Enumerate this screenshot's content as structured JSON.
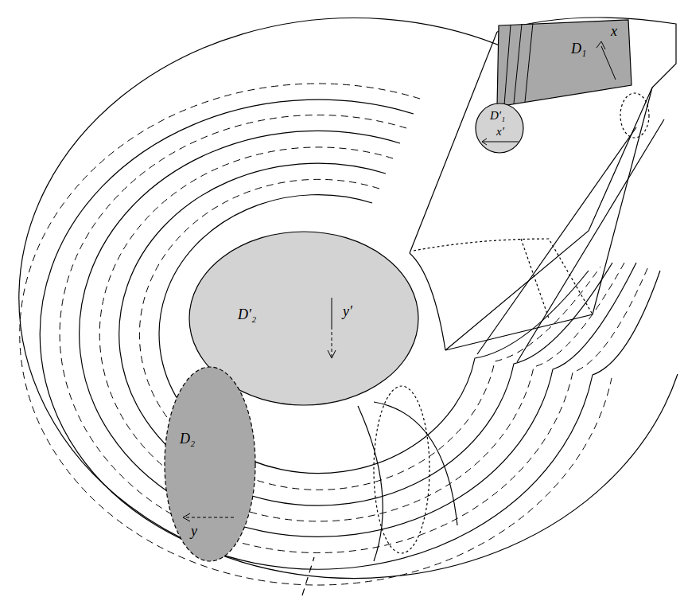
{
  "diagram": {
    "nodes": [
      {
        "text": [
          "D₁",
          "x"
        ]
      },
      {
        "text": [
          "D′₁",
          "x′"
        ]
      },
      {
        "text": [
          "D′₂",
          "y′"
        ]
      },
      {
        "text": [
          "D₂",
          "y"
        ]
      }
    ]
  }
}
